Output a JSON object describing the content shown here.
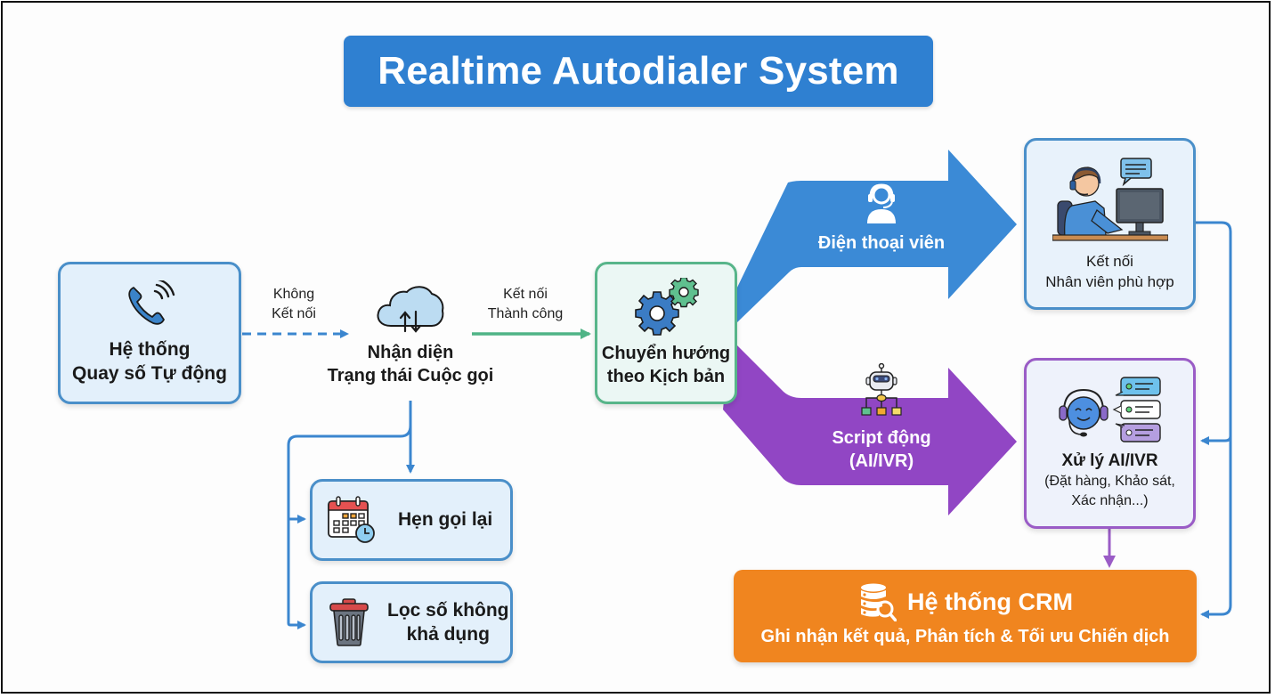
{
  "title": "Realtime Autodialer System",
  "colors": {
    "title_bg": "#2f80d1",
    "blue_accent": "#3b8ad6",
    "green_accent": "#4fb486",
    "purple_accent": "#9146c4",
    "orange_accent": "#f0851f"
  },
  "nodes": {
    "autodialer": {
      "line1": "Hệ thống",
      "line2": "Quay số Tự động",
      "icon": "phone-ringing-icon"
    },
    "call_status": {
      "line1": "Nhận diện",
      "line2": "Trạng thái Cuộc gọi",
      "icon": "cloud-sync-icon"
    },
    "script_routing": {
      "line1": "Chuyển hướng",
      "line2": "theo Kịch bản",
      "icon": "gears-icon"
    },
    "agent_connect": {
      "line1": "Kết nối",
      "line2": "Nhân viên phù hợp",
      "icon": "agent-at-computer-icon"
    },
    "ai_ivr": {
      "line1": "Xử lý AI/IVR",
      "line2": "(Đặt hàng, Khảo sát,",
      "line3": "Xác nhận...)",
      "icon": "ai-chatbot-icon"
    },
    "callback": {
      "label": "Hẹn gọi lại",
      "icon": "calendar-clock-icon"
    },
    "filter": {
      "line1": "Lọc số không",
      "line2": "khả dụng",
      "icon": "trash-bin-icon"
    },
    "crm": {
      "title": "Hệ thống CRM",
      "subtitle": "Ghi nhận kết quả, Phân tích & Tối ưu Chiến dịch",
      "icon": "database-search-icon"
    }
  },
  "edges": {
    "no_connect": {
      "line1": "Không",
      "line2": "Kết nối"
    },
    "connected": {
      "line1": "Kết nối",
      "line2": "Thành công"
    },
    "agent_branch": {
      "label": "Điện thoại viên",
      "icon": "headset-user-icon"
    },
    "script_branch": {
      "line1": "Script động",
      "line2": "(AI/IVR)",
      "icon": "robot-flow-icon"
    }
  }
}
